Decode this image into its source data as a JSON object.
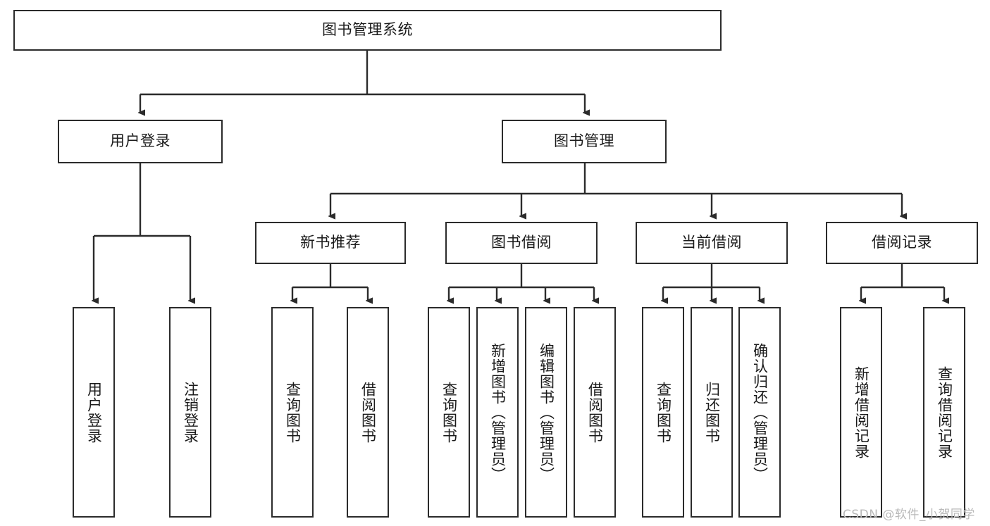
{
  "diagram": {
    "title": "图书管理系统",
    "type": "tree-hierarchy-chart",
    "watermark": "CSDN @软件_小贺同学",
    "colors": {
      "box_border": "#2b2b2b",
      "box_fill": "#ffffff",
      "connector": "#2b2b2b",
      "text": "#1a1a1a",
      "watermark": "#b9b9b9"
    },
    "root": {
      "label": "图书管理系统"
    },
    "level2": [
      {
        "label": "用户登录"
      },
      {
        "label": "图书管理"
      }
    ],
    "level3": [
      {
        "label": "新书推荐"
      },
      {
        "label": "图书借阅"
      },
      {
        "label": "当前借阅"
      },
      {
        "label": "借阅记录"
      }
    ],
    "leaves": {
      "user_login": [
        {
          "label": "用户登录"
        },
        {
          "label": "注销登录"
        }
      ],
      "new_book_recommend": [
        {
          "label": "查询图书"
        },
        {
          "label": "借阅图书"
        }
      ],
      "book_borrow": [
        {
          "label": "查询图书"
        },
        {
          "label": "新增图书（管理员）"
        },
        {
          "label": "编辑图书（管理员）"
        },
        {
          "label": "借阅图书"
        }
      ],
      "current_borrow": [
        {
          "label": "查询图书"
        },
        {
          "label": "归还图书"
        },
        {
          "label": "确认归还（管理员）"
        }
      ],
      "borrow_record": [
        {
          "label": "新增借阅记录"
        },
        {
          "label": "查询借阅记录"
        }
      ]
    }
  }
}
